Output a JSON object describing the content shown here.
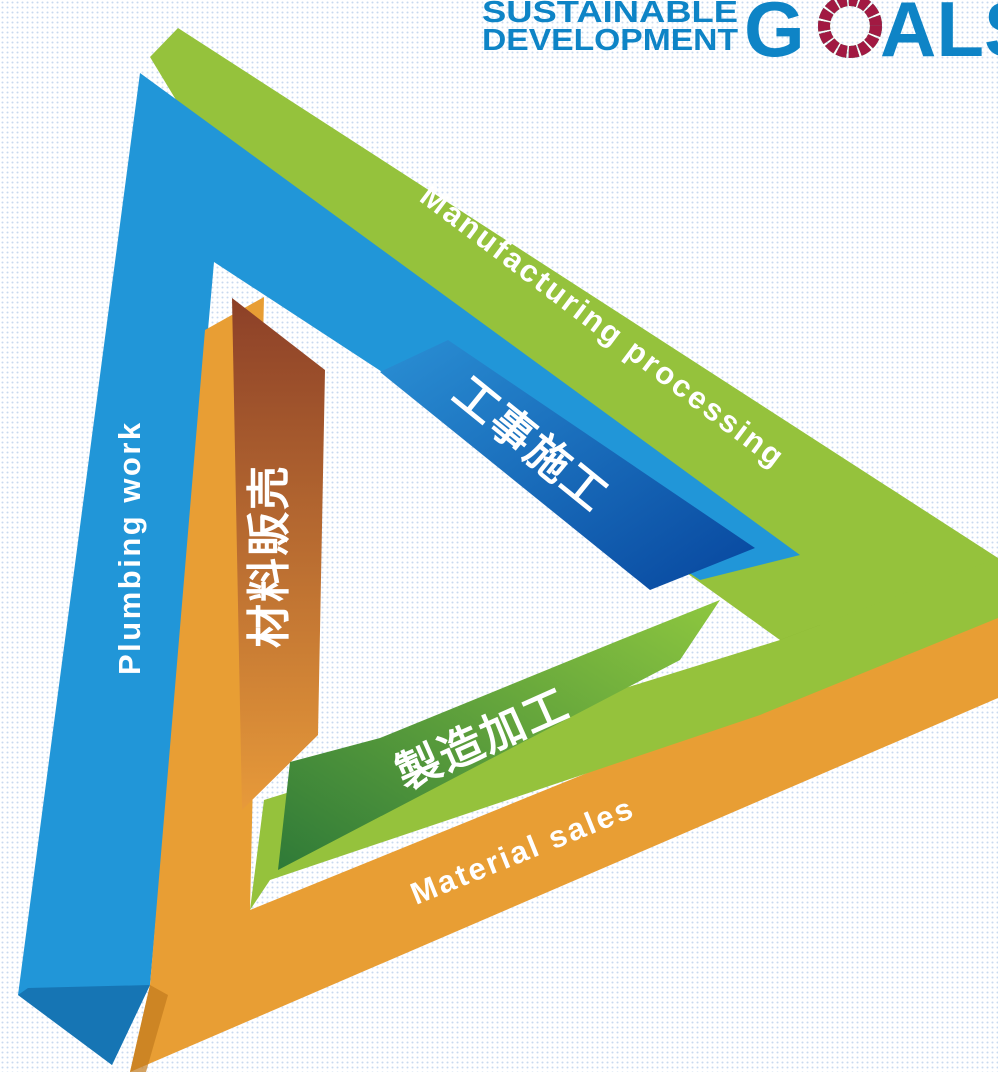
{
  "logo": {
    "line1": "SUSTAINABLE",
    "line2": "DEVELOPMENT",
    "goals_prefix": "G",
    "goals_suffix": "ALS",
    "color": "#0e84c6"
  },
  "outer_labels": {
    "green": "Manufacturing processing",
    "blue": "Plumbing work",
    "orange": "Material sales"
  },
  "inner_labels": {
    "blue": "工事施工",
    "brown": "材料販売",
    "green": "製造加工"
  },
  "colors": {
    "green_band": "#95c23c",
    "blue_band": "#2196d8",
    "orange_band": "#e89e34",
    "inner_blue": "#0d5fae",
    "inner_brown": "#9a4a2a",
    "inner_green": "#3d8a3c",
    "background_dots": "#c9d9ef"
  }
}
